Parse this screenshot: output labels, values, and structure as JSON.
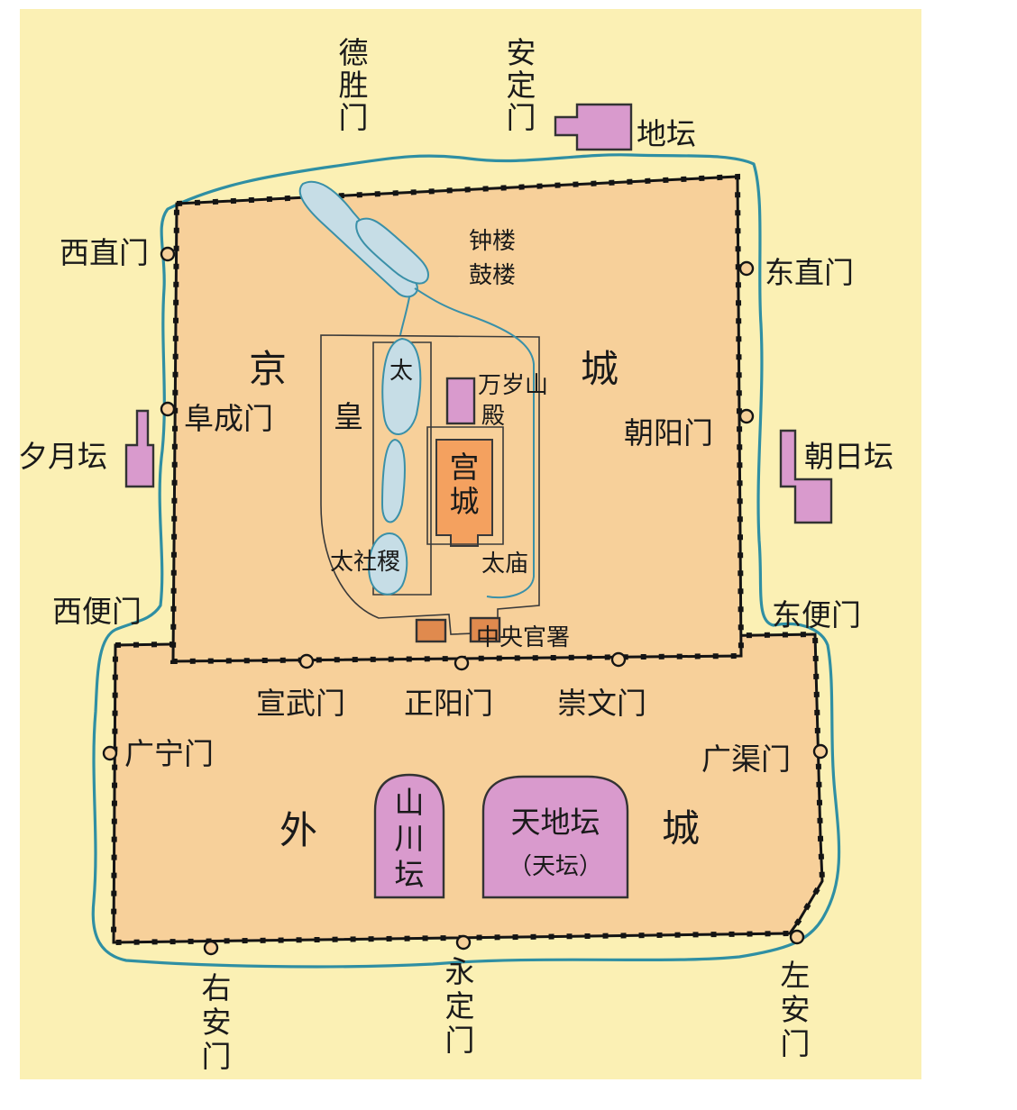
{
  "inner_city": {
    "label_left": "京",
    "label_right": "城"
  },
  "outer_city": {
    "label_left": "外",
    "label_right": "城"
  },
  "north_gates": {
    "deshengmen": "德\n胜\n门",
    "andingmen": "安\n定\n门"
  },
  "inner_west_gates": {
    "xizhimen": "西直门",
    "fuchengmen": "阜成门",
    "xibianmen": "西便门"
  },
  "inner_east_gates": {
    "dongzhimen": "东直门",
    "chaoyangmen": "朝阳门",
    "dongbianmen": "东便门"
  },
  "inner_south_gates": {
    "xuanwumen": "宣武门",
    "zhengyangmen": "正阳门",
    "chongwenmen": "崇文门"
  },
  "outer_gates": {
    "guangningmen": "广宁门",
    "guangqumen": "广渠门",
    "youanmen": "右\n安\n门",
    "yongdingmen": "永\n定\n门",
    "zuoanmen": "左\n安\n门"
  },
  "altars": {
    "ditan": "地坛",
    "xiyuetan": "夕月坛",
    "chaoritan": "朝日坛",
    "shanchuantan": "山\n川\n坛",
    "tianditan": "天地坛",
    "tiantan": "（天坛）"
  },
  "imperial": {
    "zhonggulou_1": "钟楼",
    "zhonggulou_2": "鼓楼",
    "wansuishan_1": "万岁山",
    "wansuishan_2": "殿",
    "huangcheng": "皇",
    "taiyechi": "太",
    "palace": "宫\n城",
    "taishetan": "太社稷",
    "taimiao": "太庙",
    "central_offices": "中央官署"
  },
  "colors": {
    "paper": "#fbf0b4",
    "city_fill": "#f7d09a",
    "moat": "#2f8fa3",
    "altar": "#d99acd",
    "palace": "#f4a15f"
  }
}
